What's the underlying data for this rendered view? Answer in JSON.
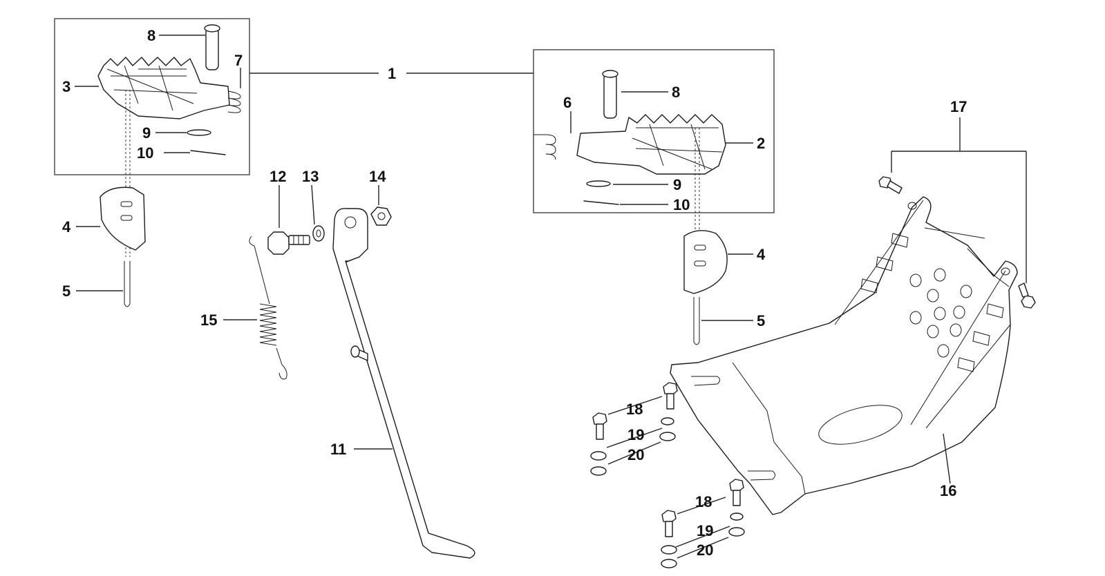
{
  "callouts": {
    "c1": "1",
    "c2": "2",
    "c3": "3",
    "c4a": "4",
    "c4b": "4",
    "c5a": "5",
    "c5b": "5",
    "c6": "6",
    "c7": "7",
    "c8a": "8",
    "c8b": "8",
    "c9a": "9",
    "c9b": "9",
    "c10a": "10",
    "c10b": "10",
    "c11": "11",
    "c12": "12",
    "c13": "13",
    "c14": "14",
    "c15": "15",
    "c16": "16",
    "c17": "17",
    "c18a": "18",
    "c18b": "18",
    "c19a": "19",
    "c19b": "19",
    "c20a": "20",
    "c20b": "20"
  }
}
